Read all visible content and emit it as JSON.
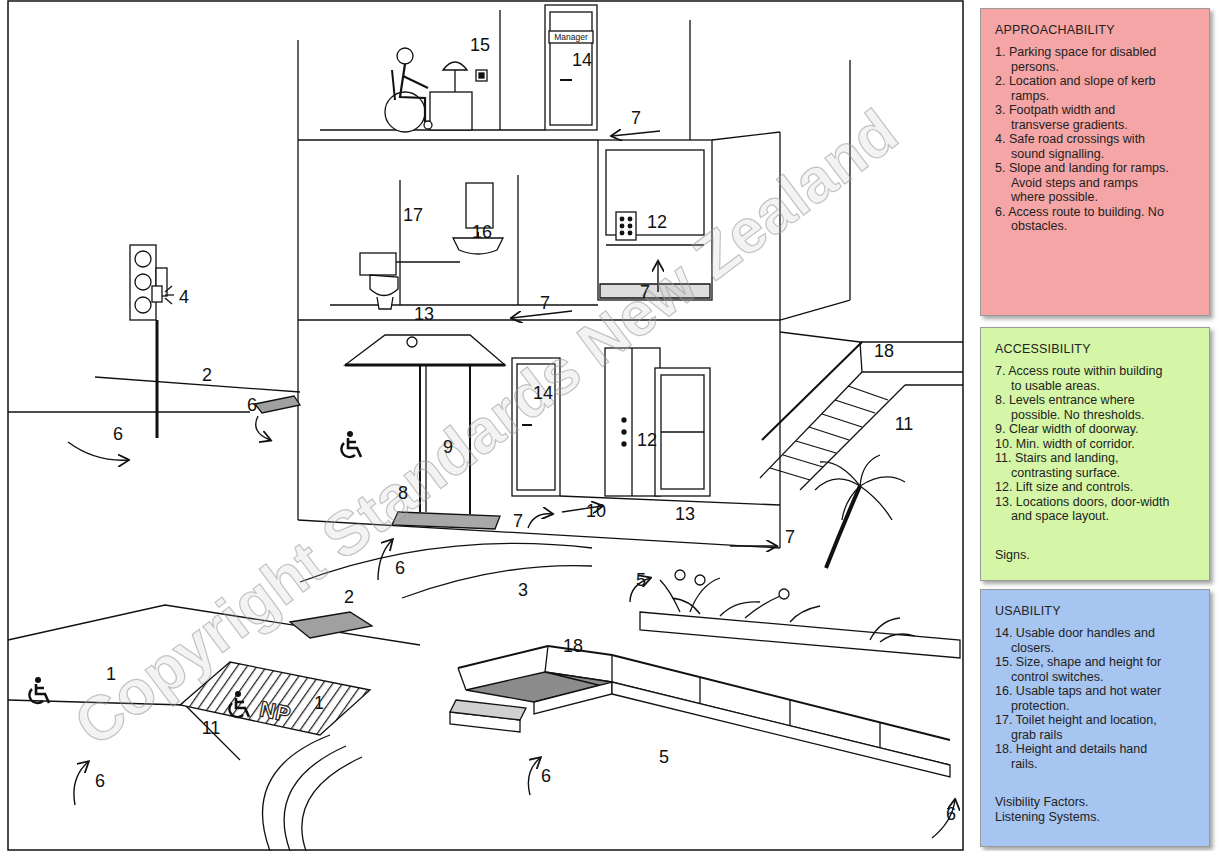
{
  "diagram": {
    "nodes": [
      {
        "text": [
          "APPROACHABILITY",
          "1. Parking space for disabled persons.",
          "2. Location and slope of kerb ramps.",
          "3. Footpath width and transverse gradients.",
          "4. Safe road crossings with sound signalling.",
          "5. Slope and landing for ramps. Avoid steps and ramps where possible.",
          "6. Access route to building. No obstacles."
        ]
      },
      {
        "text": [
          "ACCESSIBILITY",
          "7. Access route within building to usable areas.",
          "8. Levels entrance where possible. No thresholds.",
          "9. Clear width of doorway.",
          "10. Min. width of corridor.",
          "11. Stairs and landing, contrasting surface.",
          "12. Lift size and controls.",
          "13. Locations doors, door-width and space layout.",
          "Signs."
        ]
      },
      {
        "text": [
          "USABILITY",
          "14. Usable door handles and closers.",
          "15. Size, shape and height for control switches.",
          "16. Usable taps and hot water protection.",
          "17. Toilet height and location, grab rails",
          "18. Height and details hand rails.",
          "Visibility Factors.",
          "Listening Systems."
        ]
      }
    ],
    "labels": [
      "15",
      "Manager",
      "14",
      "7",
      "17",
      "16",
      "12",
      "7",
      "7",
      "13",
      "18",
      "4",
      "2",
      "14",
      "12",
      "6",
      "11",
      "6",
      "9",
      "8",
      "10",
      "13",
      "7",
      "7",
      "6",
      "3",
      "5",
      "2",
      "18",
      "1",
      "NP",
      "1",
      "11",
      "6",
      "5",
      "6",
      "6",
      "Copyright Standards New Zealand"
    ]
  }
}
